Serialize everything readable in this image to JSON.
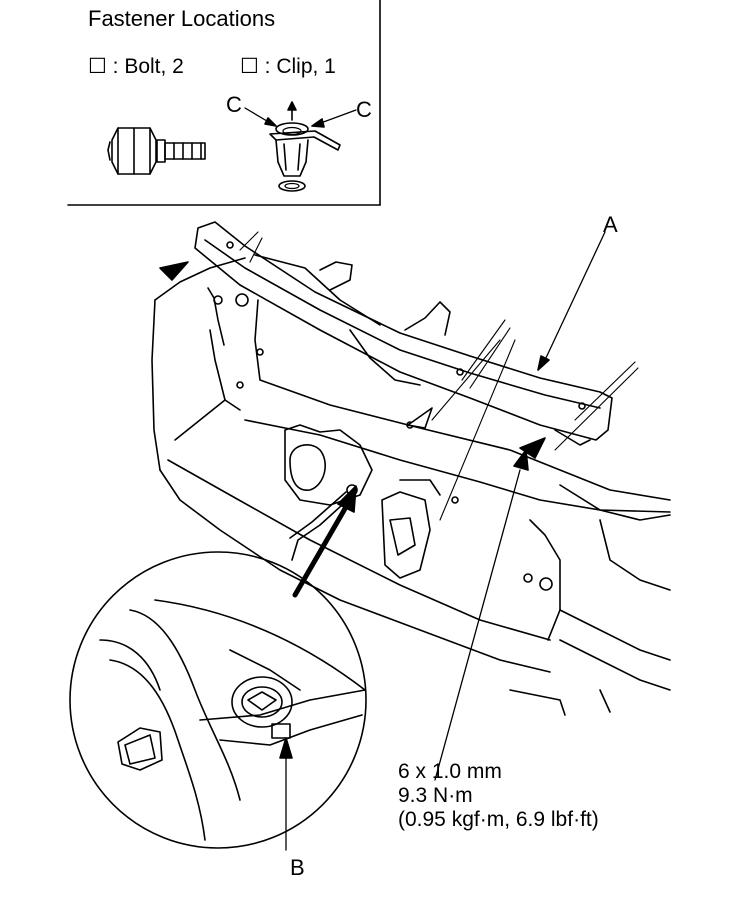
{
  "title": "Fastener Locations",
  "legend": {
    "bolt": "☐ : Bolt, 2",
    "clip": "☐ : Clip, 1"
  },
  "callouts": {
    "a": "A",
    "b": "B",
    "c_left": "C",
    "c_right": "C"
  },
  "spec": {
    "size": "6 x 1.0 mm",
    "torque_nm": "9.3 N·m",
    "torque_alt": "(0.95 kgf·m, 6.9 lbf·ft)"
  }
}
